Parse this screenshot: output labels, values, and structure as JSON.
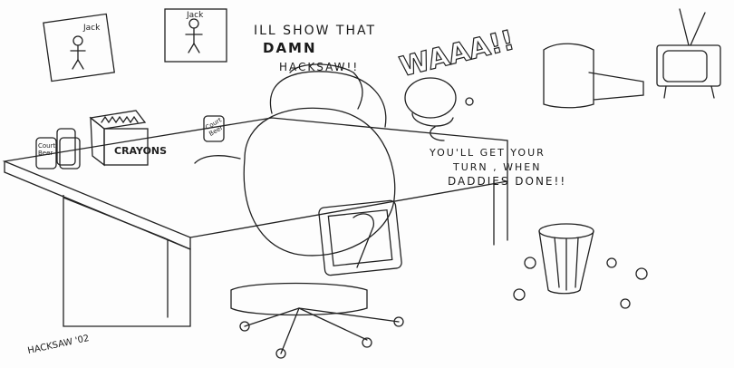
{
  "speech": {
    "line1": "ILL SHOW THAT",
    "line2": "DAMN",
    "line3": "HACKSAW!!"
  },
  "baby_cry": "WAAA!!",
  "reply": {
    "line1": "YOU'LL GET YOUR",
    "line2": "TURN , WHEN",
    "line3": "DADDIES DONE!!"
  },
  "crayon_box_label": "CRAYONS",
  "poster_labels": [
    "Jack",
    "Jack"
  ],
  "can_labels": [
    "Court Beer",
    "Court Beer"
  ],
  "signature": "HACKSAW '02"
}
